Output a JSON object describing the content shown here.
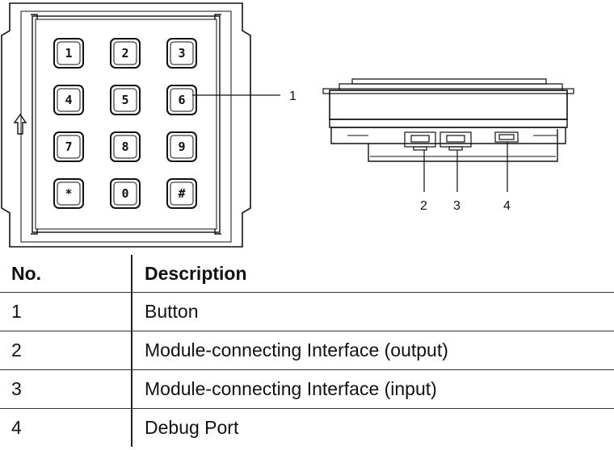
{
  "figure": {
    "keypad_keys": [
      "1",
      "2",
      "3",
      "4",
      "5",
      "6",
      "7",
      "8",
      "9",
      "*",
      "0",
      "#"
    ],
    "callouts": [
      "1",
      "2",
      "3",
      "4"
    ]
  },
  "table": {
    "headers": {
      "no": "No.",
      "description": "Description"
    },
    "rows": [
      {
        "no": "1",
        "description": "Button"
      },
      {
        "no": "2",
        "description": "Module-connecting Interface (output)"
      },
      {
        "no": "3",
        "description": "Module-connecting Interface (input)"
      },
      {
        "no": "4",
        "description": "Debug Port"
      }
    ]
  }
}
